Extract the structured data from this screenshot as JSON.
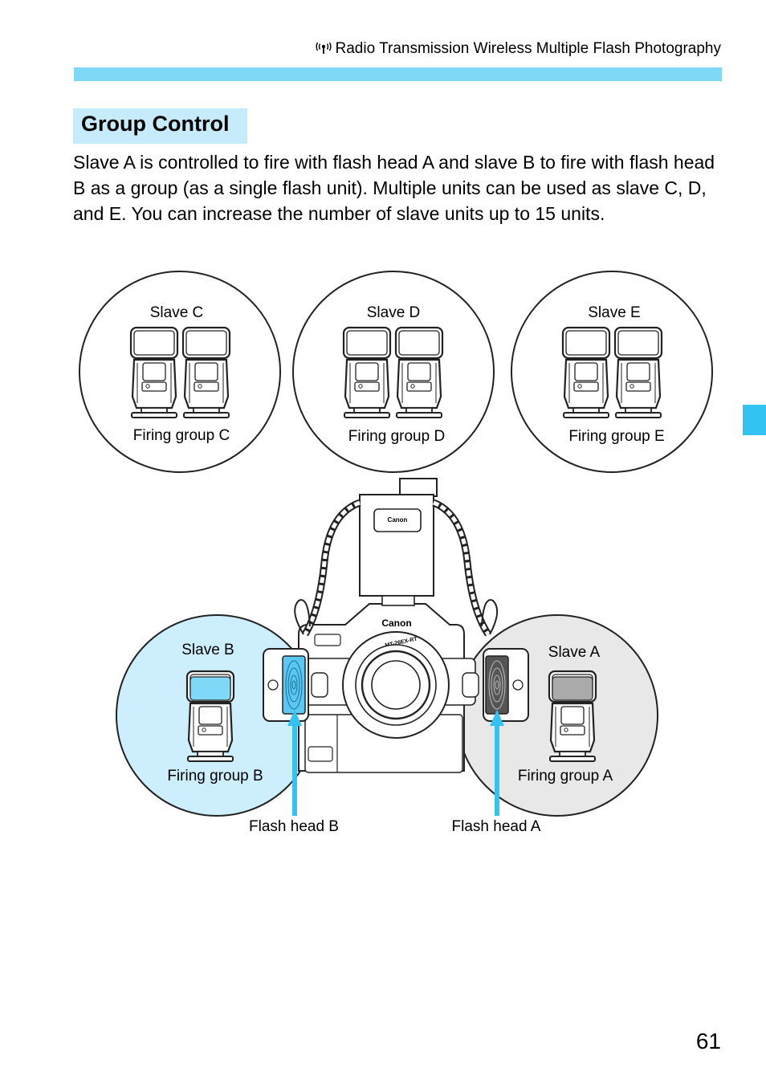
{
  "header": {
    "icon": "radio-transmission-icon",
    "title": "Radio Transmission Wireless Multiple Flash Photography"
  },
  "section": {
    "title": "Group Control",
    "body": "Slave A is controlled to fire with flash head A and slave B to fire with flash head B as a group (as a single flash unit). Multiple units can be used as slave C, D, and E. You can increase the number of slave units up to 15 units."
  },
  "diagram": {
    "slave_c": {
      "label": "Slave C",
      "group": "Firing group C"
    },
    "slave_d": {
      "label": "Slave D",
      "group": "Firing group D"
    },
    "slave_e": {
      "label": "Slave E",
      "group": "Firing group E"
    },
    "slave_b": {
      "label": "Slave B",
      "group": "Firing group B"
    },
    "slave_a": {
      "label": "Slave A",
      "group": "Firing group A"
    },
    "flash_head_b": "Flash head B",
    "flash_head_a": "Flash head A",
    "camera_brand": "Canon",
    "flash_brand": "Canon",
    "flash_model": "MT-26EX-RT",
    "colors": {
      "group_b": "#cdeefc",
      "group_a": "#e8e8e8",
      "head_b": "#5bc8f2",
      "head_a": "#555555",
      "arrow": "#33c2f1"
    }
  },
  "page": {
    "number": "61"
  }
}
